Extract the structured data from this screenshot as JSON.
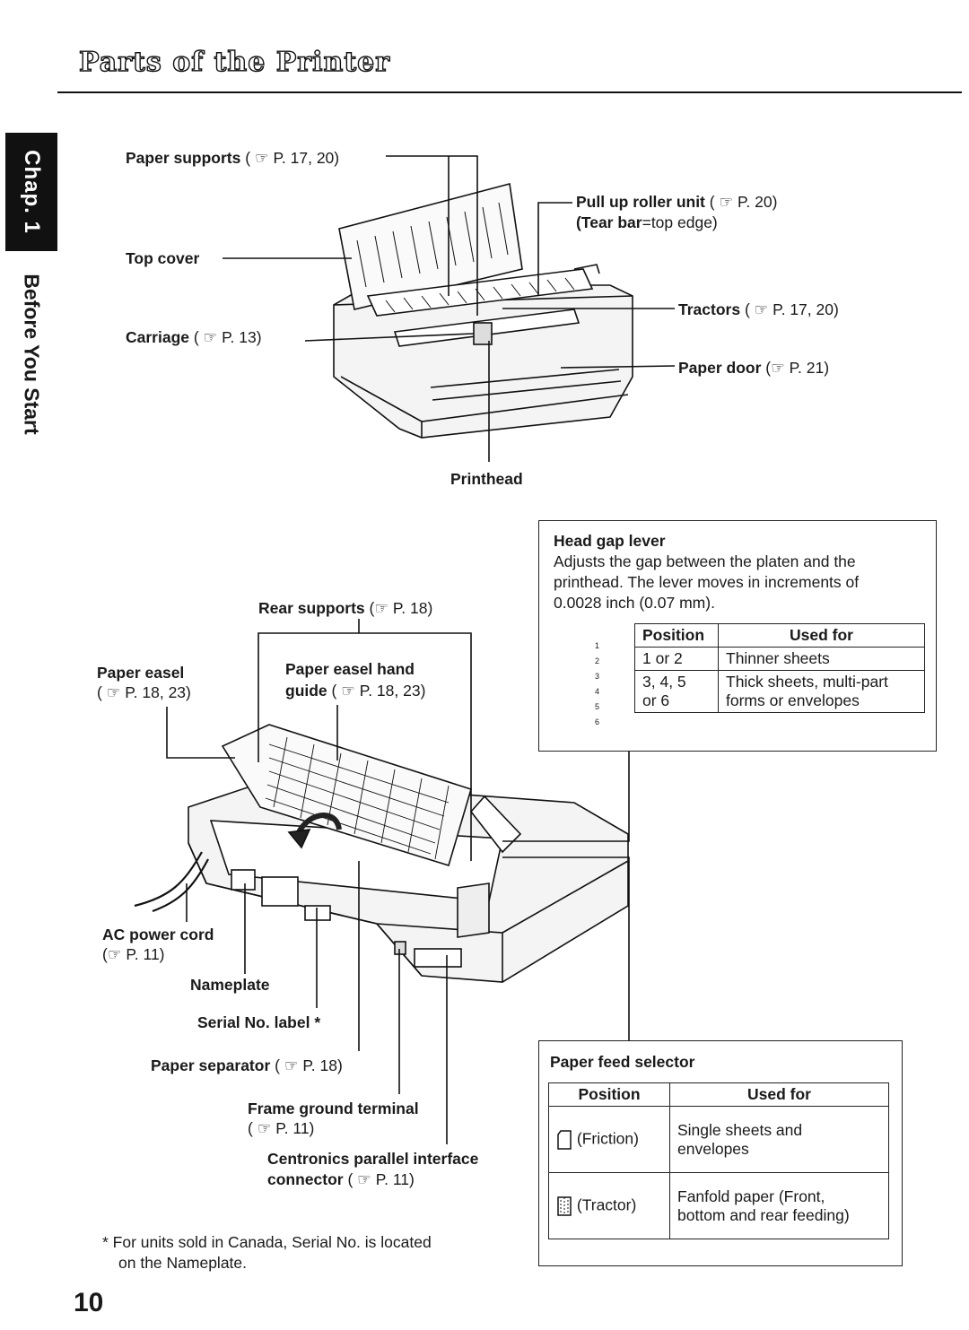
{
  "page": {
    "title": "Parts of the Printer",
    "chapter_tab": "Chap. 1",
    "section_tab": "Before You Start",
    "page_number": "10"
  },
  "top_labels": {
    "paper_supports": "Paper supports",
    "paper_supports_ref": "( ☞ P. 17, 20)",
    "top_cover": "Top cover",
    "carriage": "Carriage",
    "carriage_ref": "( ☞ P. 13)",
    "pull_up": "Pull up roller unit",
    "pull_up_ref": "( ☞ P. 20)",
    "tear_bar": "(Tear bar",
    "tear_bar_rest": "=top edge)",
    "tractors": "Tractors",
    "tractors_ref": "( ☞ P. 17, 20)",
    "paper_door": "Paper door",
    "paper_door_ref": "(☞ P. 21)",
    "printhead": "Printhead"
  },
  "bottom_labels": {
    "rear_supports": "Rear supports",
    "rear_supports_ref": "(☞ P. 18)",
    "paper_easel": "Paper easel",
    "paper_easel_ref": "( ☞ P. 18, 23)",
    "easel_hand_guide_1": "Paper easel hand",
    "easel_hand_guide_2": "guide",
    "easel_hand_guide_ref": "( ☞ P. 18, 23)",
    "ac_cord": "AC power cord",
    "ac_cord_ref": "(☞ P. 11)",
    "nameplate": "Nameplate",
    "serial": "Serial No. label *",
    "separator": "Paper separator",
    "separator_ref": "( ☞ P. 18)",
    "frame_ground": "Frame ground terminal",
    "frame_ground_ref": "( ☞ P. 11)",
    "centronics_1": "Centronics parallel interface",
    "centronics_2": "connector",
    "centronics_ref": "( ☞ P. 11)"
  },
  "head_gap": {
    "heading": "Head gap lever",
    "desc_1": "Adjusts the gap between the platen and the",
    "desc_2": "printhead. The lever moves in increments of",
    "desc_3": "0.0028 inch (0.07 mm).",
    "col_position": "Position",
    "col_used": "Used for",
    "rows": [
      {
        "position": "1 or 2",
        "position_2": "",
        "used": "Thinner sheets",
        "used_2": ""
      },
      {
        "position": "3, 4, 5",
        "position_2": "or 6",
        "used": "Thick sheets, multi-part",
        "used_2": "forms or envelopes"
      }
    ],
    "scale": [
      "1",
      "2",
      "3",
      "4",
      "5",
      "6"
    ]
  },
  "feed_selector": {
    "heading": "Paper feed selector",
    "col_position": "Position",
    "col_used": "Used for",
    "rows": [
      {
        "icon": "friction-icon",
        "position": "(Friction)",
        "used_1": "Single sheets and",
        "used_2": "envelopes"
      },
      {
        "icon": "tractor-icon",
        "position": "(Tractor)",
        "used_1": "Fanfold paper (Front,",
        "used_2": "bottom and rear feeding)"
      }
    ]
  },
  "footnote": {
    "line_1": "*  For units sold in Canada, Serial No. is located",
    "line_2": "on the Nameplate."
  }
}
